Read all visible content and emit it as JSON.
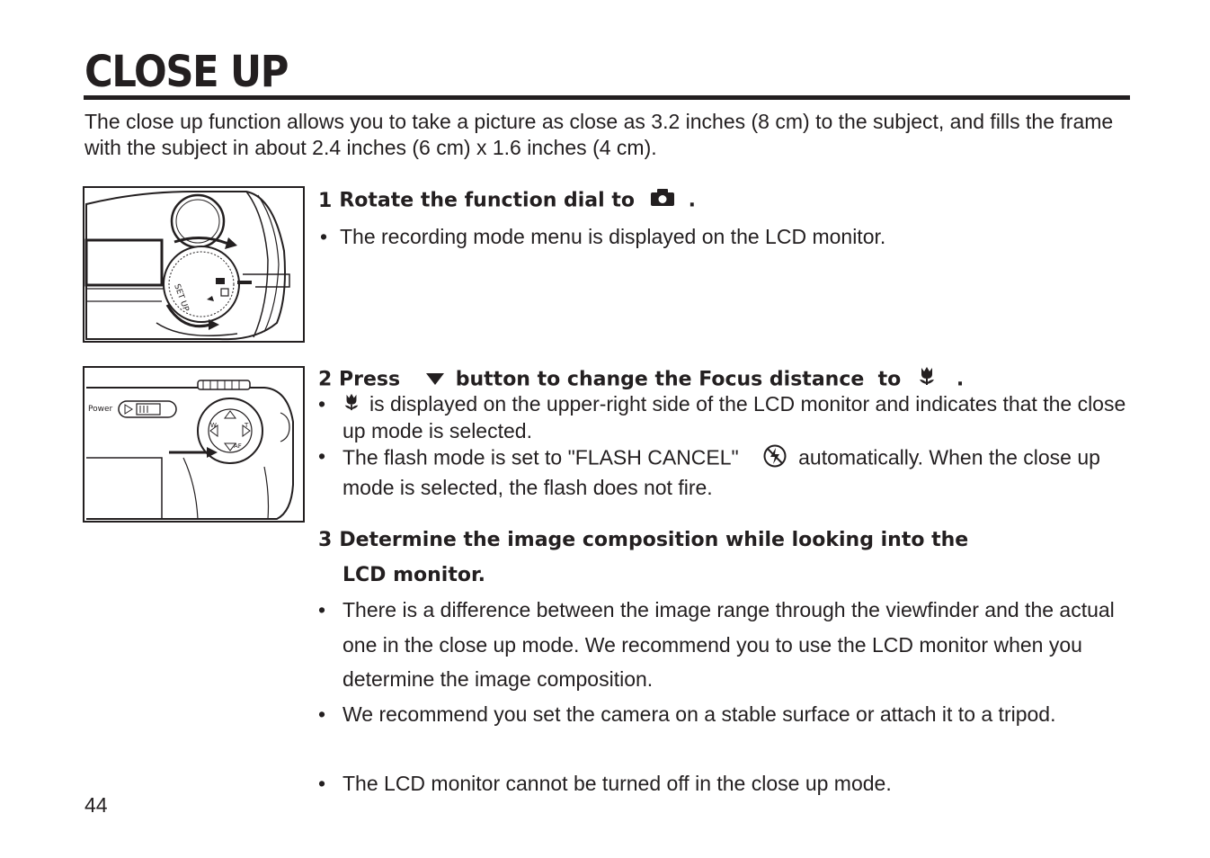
{
  "page": {
    "title": "CLOSE UP",
    "intro": "The close up function allows you to take a picture as close as 3.2 inches (8 cm) to the subject, and fills the frame with the subject in about 2.4 inches (6 cm) x 1.6 inches (4 cm).",
    "page_number": "44"
  },
  "steps": [
    {
      "number": "1",
      "heading_before_icon": "Rotate the function dial to",
      "heading_icon": "camera-icon",
      "heading_after_icon": ".",
      "bullets": [
        "The recording mode menu is displayed on the LCD monitor."
      ]
    },
    {
      "number": "2",
      "heading_before_icon": "Press",
      "heading_icon": "down-triangle-icon",
      "heading_middle": "button to change the Focus distance  to",
      "heading_icon_2": "tulip-macro-icon",
      "heading_after_icon": ".",
      "bullets": [
        {
          "icon": "tulip-macro-icon",
          "text": "is displayed on the upper-right side of the LCD monitor and indicates that the close up mode is selected."
        },
        {
          "before": "The flash mode is set to \"FLASH CANCEL\"",
          "icon": "flash-cancel-icon",
          "after": "automatically. When the close up mode is selected, the flash does not fire."
        }
      ]
    },
    {
      "number": "3",
      "heading_line1": "Determine the image composition while looking into the",
      "heading_line2": "LCD monitor.",
      "bullets": [
        "There is a difference between the image range through the viewfinder and the actual one in the close up mode. We recommend you to use the LCD monitor when you determine the image composition.",
        "We recommend you set the camera on a stable surface or attach it to a tripod.",
        "The LCD monitor cannot be turned off in the close up mode."
      ]
    }
  ],
  "figures": {
    "dial": {
      "label": "SET UP"
    },
    "back": {
      "power_label": "Power",
      "w_label": "W",
      "t_label": "T",
      "af_label": "AF"
    }
  },
  "bullet_char": "•"
}
